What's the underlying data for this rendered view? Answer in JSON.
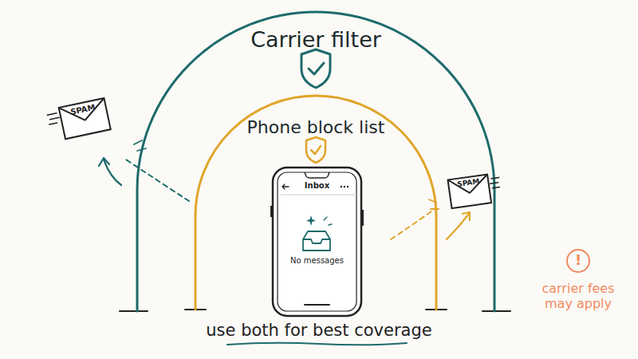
{
  "diagram": {
    "caption": "use both for best coverage",
    "nodes": [
      {
        "text": [
          "Carrier filter"
        ]
      },
      {
        "text": [
          "Phone block list"
        ],
        "in": 0
      },
      {
        "text": [
          "Inbox",
          "No messages"
        ],
        "in": 1
      },
      {
        "text": [
          "SPAM"
        ]
      },
      {
        "text": [
          "SPAM"
        ],
        "in": 0
      }
    ],
    "labels": [
      "!",
      "carrier fees may apply"
    ]
  }
}
